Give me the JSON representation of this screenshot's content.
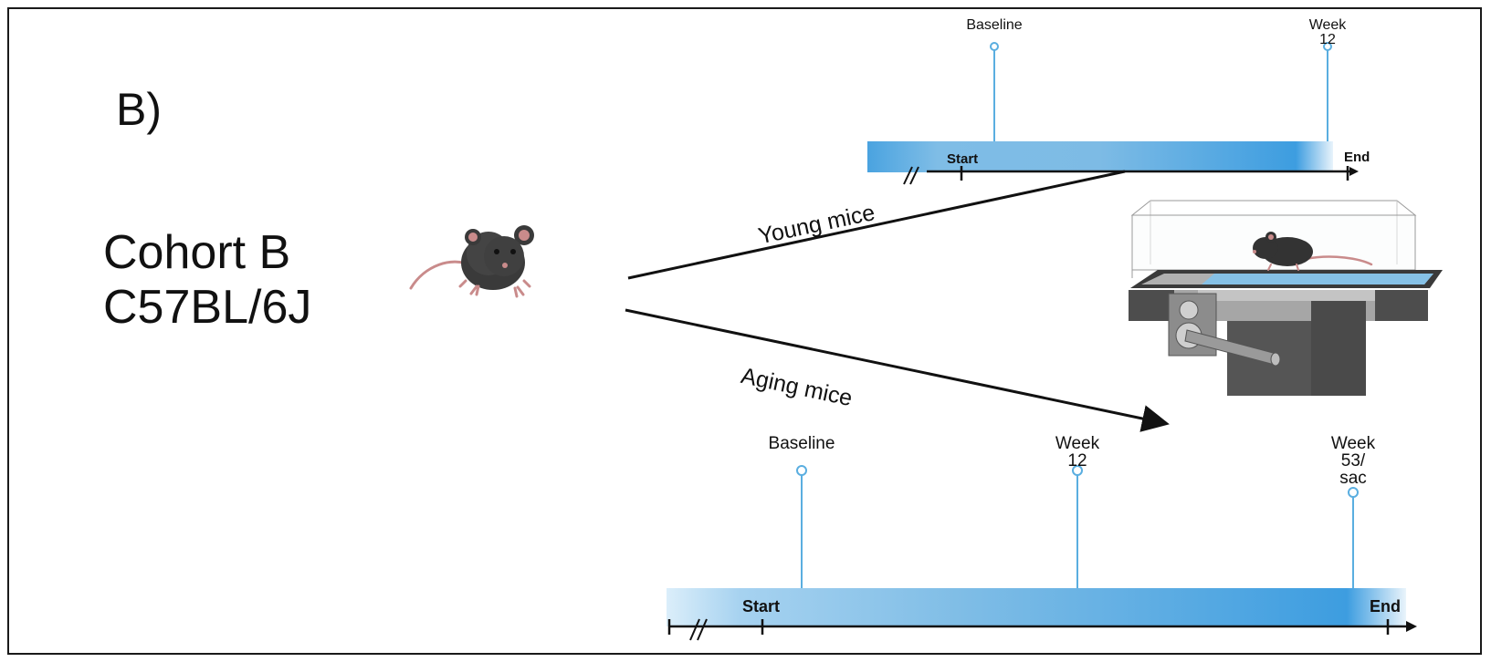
{
  "panel": {
    "label": "B)"
  },
  "cohort": {
    "line1": "Cohort B",
    "line2": "C57BL/6J"
  },
  "arms": {
    "young": {
      "label": "Young mice"
    },
    "aging": {
      "label": "Aging mice"
    }
  },
  "young_timeline": {
    "start_label": "Start",
    "end_label": "End",
    "milestones": [
      {
        "label": "Baseline"
      },
      {
        "label": "Week\n12"
      }
    ]
  },
  "aging_timeline": {
    "start_label": "Start",
    "end_label": "End",
    "milestones": [
      {
        "label": "Baseline"
      },
      {
        "label": "Week\n12"
      },
      {
        "label": "Week\n53/\nsac"
      }
    ]
  },
  "colors": {
    "bar_light": "#cfe6f7",
    "bar_mid": "#7fbde6",
    "bar_dark": "#3d9de0",
    "milestone_line": "#5aaee0",
    "mouse_body": "#3a3a3a",
    "mouse_pink": "#c98b8b",
    "treadmill_dark": "#4d4d4d",
    "treadmill_light": "#a8a8a8"
  },
  "icons": [
    "mouse-icon",
    "treadmill-icon"
  ]
}
